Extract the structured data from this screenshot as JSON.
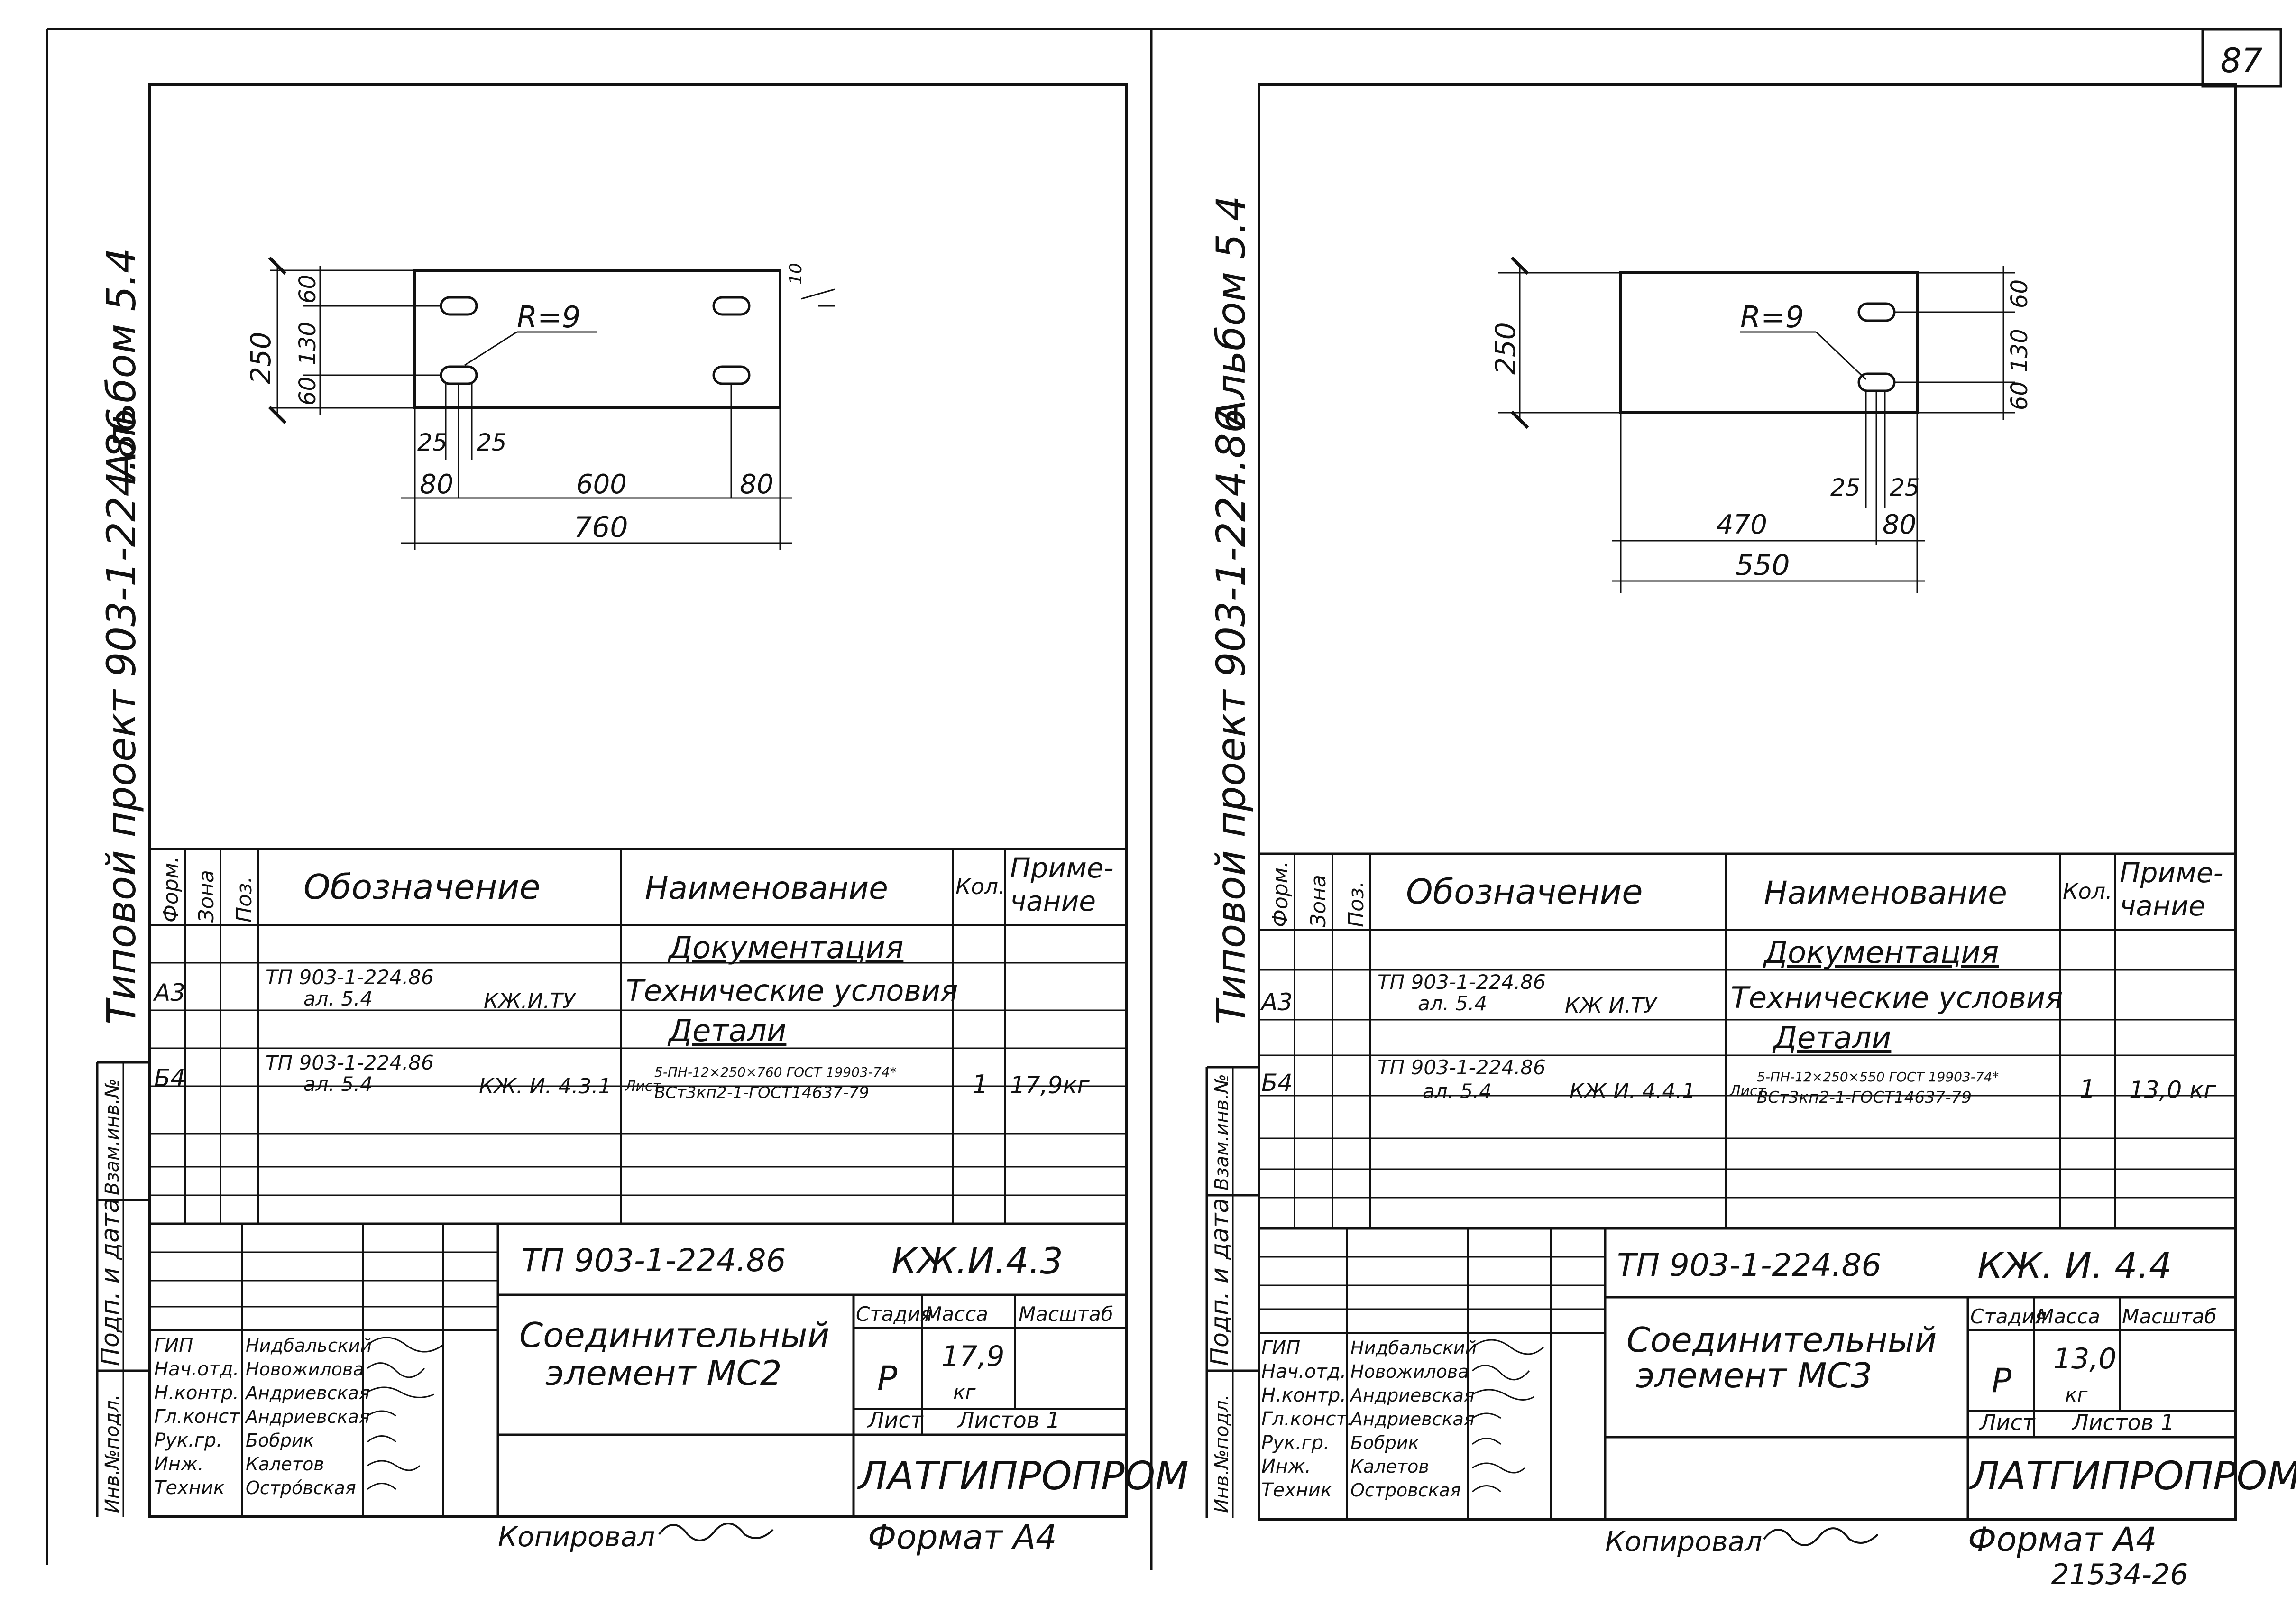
{
  "page_number": "87",
  "bottom_note": "21534-26",
  "sheets": [
    {
      "side_album": "Альбом 5.4",
      "side_project": "Типовой проект 903-1-224.86",
      "side_strip": [
        "Взам.инв.№",
        "Подп. и дата",
        "Инв.№подл."
      ],
      "drawing": {
        "radius": "R=9",
        "dims": [
          "250",
          "60",
          "130",
          "60",
          "10",
          "25",
          "25",
          "80",
          "600",
          "80",
          "760"
        ]
      },
      "spec": {
        "headers": [
          "Форм.",
          "Зона",
          "Поз.",
          "Обозначение",
          "Наименование",
          "Кол.",
          "Приме-",
          "чание"
        ],
        "section_docs": "Документация",
        "row1": {
          "format": "А3",
          "code_line1": "ТП 903-1-224.86",
          "code_line2": "ал. 5.4",
          "code_mark": "КЖ.И.ТУ",
          "name": "Технические условия"
        },
        "section_parts": "Детали",
        "row2": {
          "format": "Б4",
          "code_line1": "ТП 903-1-224.86",
          "code_line2": "ал. 5.4",
          "code_mark": "КЖ. И. 4.3.1",
          "name_prefix": "Лист",
          "name_top": "5-ПН-12×250×760 ГОСТ 19903-74*",
          "name_bottom": "ВСт3кп2-1-ГОСТ14637-79",
          "qty": "1",
          "note": "17,9кг"
        }
      },
      "title_block": {
        "project": "ТП 903-1-224.86",
        "sheet_code": "КЖ.И.4.3",
        "object_line1": "Соединительный",
        "object_line2": "элемент МС2",
        "stage_label": "Стадия",
        "mass_label": "Масса",
        "scale_label": "Масштаб",
        "stage": "Р",
        "mass": "17,9",
        "mass_unit": "кг",
        "list_label": "Лист",
        "lists_label": "Листов 1",
        "org": "ЛАТГИПРОПРОМ",
        "roles": [
          "ГИП",
          "Нач.отд.",
          "Н.контр.",
          "Гл.конст.",
          "Рук.гр.",
          "Инж.",
          "Техник"
        ],
        "names": [
          "Нидбальский",
          "Новожилова",
          "Андриевская",
          "Андриевская",
          "Бобрик",
          "Калетов",
          "Острóвская"
        ]
      },
      "copied": "Копировал",
      "format": "Формат А4"
    },
    {
      "side_album": "Альбом 5.4",
      "side_project": "Типовой проект 903-1-224.86",
      "side_strip": [
        "Взам.инв.№",
        "Подп. и дата",
        "Инв.№подл."
      ],
      "drawing": {
        "radius": "R=9",
        "dims": [
          "250",
          "60",
          "130",
          "60",
          "25",
          "25",
          "470",
          "80",
          "550"
        ]
      },
      "spec": {
        "headers": [
          "Форм.",
          "Зона",
          "Поз.",
          "Обозначение",
          "Наименование",
          "Кол.",
          "Приме-",
          "чание"
        ],
        "section_docs": "Документация",
        "row1": {
          "format": "А3",
          "code_line1": "ТП 903-1-224.86",
          "code_line2": "ал. 5.4",
          "code_mark": "КЖ И.ТУ",
          "name": "Технические условия"
        },
        "section_parts": "Детали",
        "row2": {
          "format": "Б4",
          "code_line1": "ТП 903-1-224.86",
          "code_line2": "ал. 5.4",
          "code_mark": "КЖ И. 4.4.1",
          "name_prefix": "Лист",
          "name_top": "5-ПН-12×250×550 ГОСТ 19903-74*",
          "name_bottom": "ВСт3кп2-1-ГОСТ14637-79",
          "qty": "1",
          "note": "13,0 кг"
        }
      },
      "title_block": {
        "project": "ТП 903-1-224.86",
        "sheet_code": "КЖ. И. 4.4",
        "object_line1": "Соединительный",
        "object_line2": "элемент МС3",
        "stage_label": "Стадия",
        "mass_label": "Масса",
        "scale_label": "Масштаб",
        "stage": "Р",
        "mass": "13,0",
        "mass_unit": "кг",
        "list_label": "Лист",
        "lists_label": "Листов 1",
        "org": "ЛАТГИПРОПРОМ",
        "roles": [
          "ГИП",
          "Нач.отд.",
          "Н.контр.",
          "Гл.конст.",
          "Рук.гр.",
          "Инж.",
          "Техник"
        ],
        "names": [
          "Нидбальский",
          "Новожилова",
          "Андриевская",
          "Андриевская",
          "Бобрик",
          "Калетов",
          "Островская"
        ]
      },
      "copied": "Копировал",
      "format": "Формат А4"
    }
  ]
}
